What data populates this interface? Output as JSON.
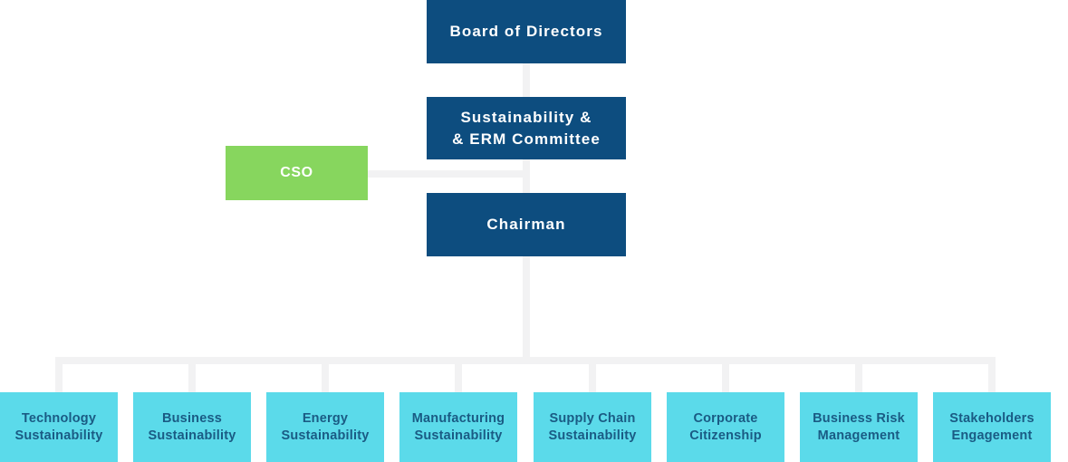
{
  "colors": {
    "primary_blue": "#0d4d7f",
    "accent_green": "#87d65e",
    "secondary_cyan": "#5bdaea",
    "dept_text_blue": "#1a5b84",
    "connector_gray": "#f2f2f3",
    "node_text_white": "#ffffff",
    "background": "#ffffff"
  },
  "org": {
    "board": {
      "label": "Board of Directors"
    },
    "committee": {
      "line1": "Sustainability &",
      "line2": "& ERM Committee"
    },
    "cso": {
      "label": "CSO"
    },
    "chairman": {
      "label": "Chairman"
    },
    "departments": [
      {
        "line1": "Technology",
        "line2": "Sustainability"
      },
      {
        "line1": "Business",
        "line2": "Sustainability"
      },
      {
        "line1": "Energy",
        "line2": "Sustainability"
      },
      {
        "line1": "Manufacturing",
        "line2": "Sustainability"
      },
      {
        "line1": "Supply Chain",
        "line2": "Sustainability"
      },
      {
        "line1": "Corporate",
        "line2": "Citizenship"
      },
      {
        "line1": "Business Risk",
        "line2": "Management"
      },
      {
        "line1": "Stakeholders",
        "line2": "Engagement"
      }
    ]
  }
}
